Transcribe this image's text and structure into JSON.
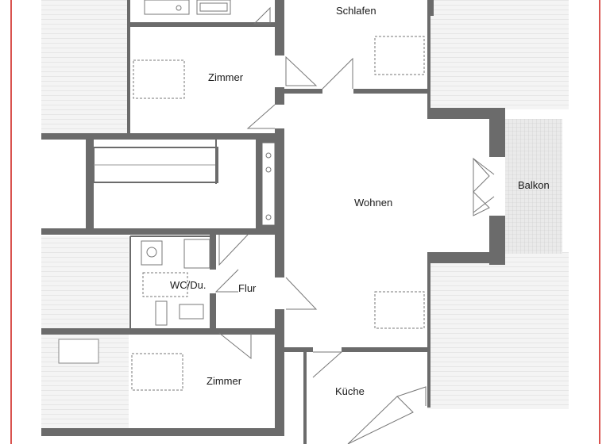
{
  "rooms": {
    "schlafen": "Schlafen",
    "zimmer_top": "Zimmer",
    "wohnen": "Wohnen",
    "balkon": "Balkon",
    "wc_du": "WC/Du.",
    "flur": "Flur",
    "zimmer_bottom": "Zimmer",
    "kueche": "Küche"
  },
  "colors": {
    "wall": "#6b6b6b",
    "page_border": "#d9534f",
    "hatch": "#f2f2f2"
  }
}
